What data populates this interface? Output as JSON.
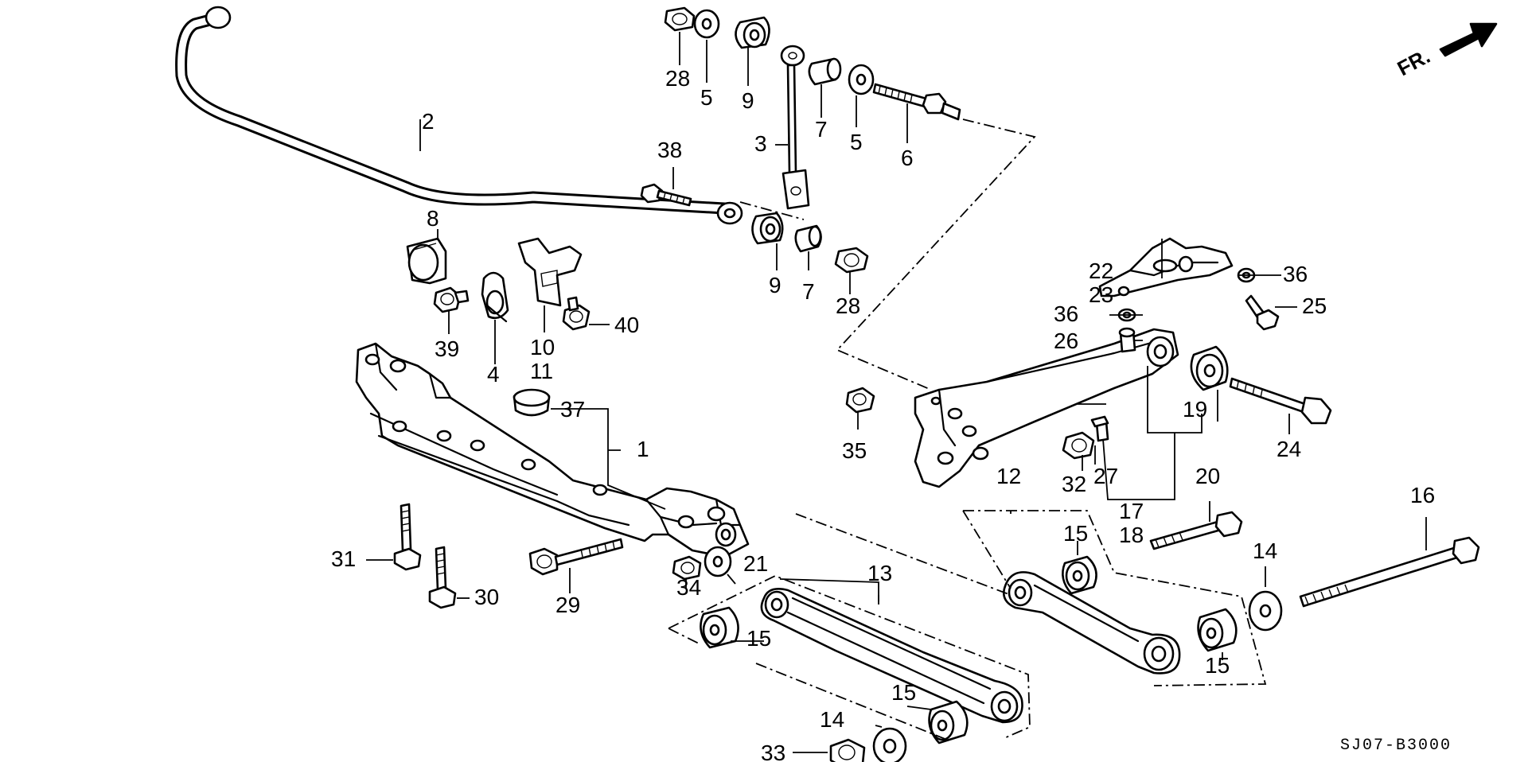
{
  "diagram": {
    "code": "SJ07-B3000",
    "direction_label": "FR.",
    "labels": {
      "l1": "1",
      "l2": "2",
      "l3": "3",
      "l4": "4",
      "l5a": "5",
      "l5b": "5",
      "l6": "6",
      "l7a": "7",
      "l7b": "7",
      "l8": "8",
      "l9a": "9",
      "l9b": "9",
      "l10": "10",
      "l11": "11",
      "l12": "12",
      "l13": "13",
      "l14a": "14",
      "l14b": "14",
      "l15a": "15",
      "l15b": "15",
      "l15c": "15",
      "l15d": "15",
      "l16": "16",
      "l17": "17",
      "l18": "18",
      "l19": "19",
      "l20": "20",
      "l21": "21",
      "l22": "22",
      "l23": "23",
      "l24": "24",
      "l25": "25",
      "l26": "26",
      "l27": "27",
      "l28a": "28",
      "l28b": "28",
      "l29": "29",
      "l30": "30",
      "l31": "31",
      "l32": "32",
      "l33": "33",
      "l34": "34",
      "l35": "35",
      "l36a": "36",
      "l36b": "36",
      "l37": "37",
      "l38": "38",
      "l39": "39",
      "l40": "40"
    }
  }
}
